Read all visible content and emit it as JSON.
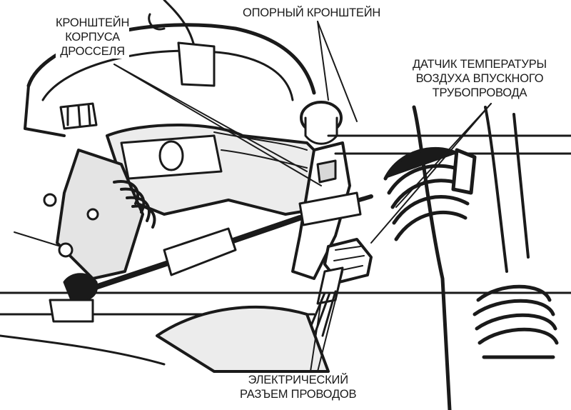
{
  "labels": {
    "throttle_bracket": [
      "КРОНШТЕЙН",
      "КОРПУСА",
      "ДРОССЕЛЯ"
    ],
    "support_bracket": [
      "ОПОРНЫЙ КРОНШТЕЙН"
    ],
    "temp_sensor": [
      "ДАТЧИК ТЕМПЕРАТУРЫ",
      "ВОЗДУХА ВПУСКНОГО",
      "ТРУБОПРОВОДА"
    ],
    "connector": [
      "ЭЛЕКТРИЧЕСКИЙ",
      "РАЗЪЕМ ПРОВОДОВ"
    ]
  },
  "colors": {
    "ink": "#1a1a1a",
    "paper": "#ffffff",
    "shade": "#d8d8d8"
  }
}
